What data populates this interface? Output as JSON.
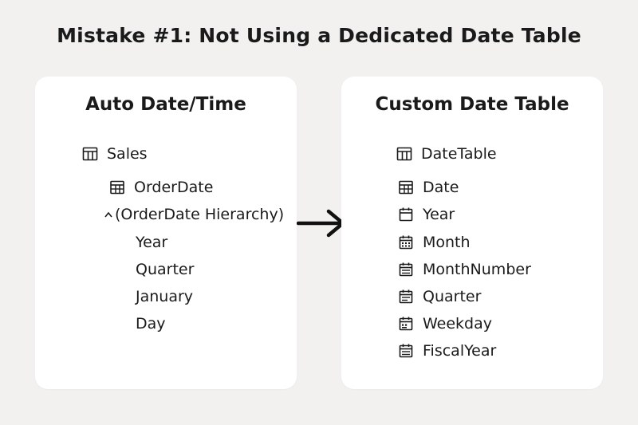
{
  "title": "Mistake #1: Not Using a Dedicated Date Table",
  "left_panel": {
    "title": "Auto Date/Time",
    "table": {
      "label": "Sales",
      "icon": "table-icon"
    },
    "field": {
      "label": "OrderDate",
      "icon": "table-grid-icon"
    },
    "hierarchy": {
      "label": "(OrderDate Hierarchy)",
      "icon": "caret-up-icon"
    },
    "levels": [
      "Year",
      "Quarter",
      "January",
      "Day"
    ]
  },
  "right_panel": {
    "title": "Custom Date Table",
    "table": {
      "label": "DateTable",
      "icon": "table-icon"
    },
    "fields": [
      {
        "label": "Date",
        "icon": "table-grid-icon"
      },
      {
        "label": "Year",
        "icon": "calendar-icon"
      },
      {
        "label": "Month",
        "icon": "calendar-dots-icon"
      },
      {
        "label": "MonthNumber",
        "icon": "calendar-lines-icon"
      },
      {
        "label": "Quarter",
        "icon": "calendar-lines-icon"
      },
      {
        "label": "Weekday",
        "icon": "calendar-dots-icon"
      },
      {
        "label": "FiscalYear",
        "icon": "calendar-lines-icon"
      }
    ]
  },
  "arrow": {
    "icon": "arrow-right-icon"
  }
}
